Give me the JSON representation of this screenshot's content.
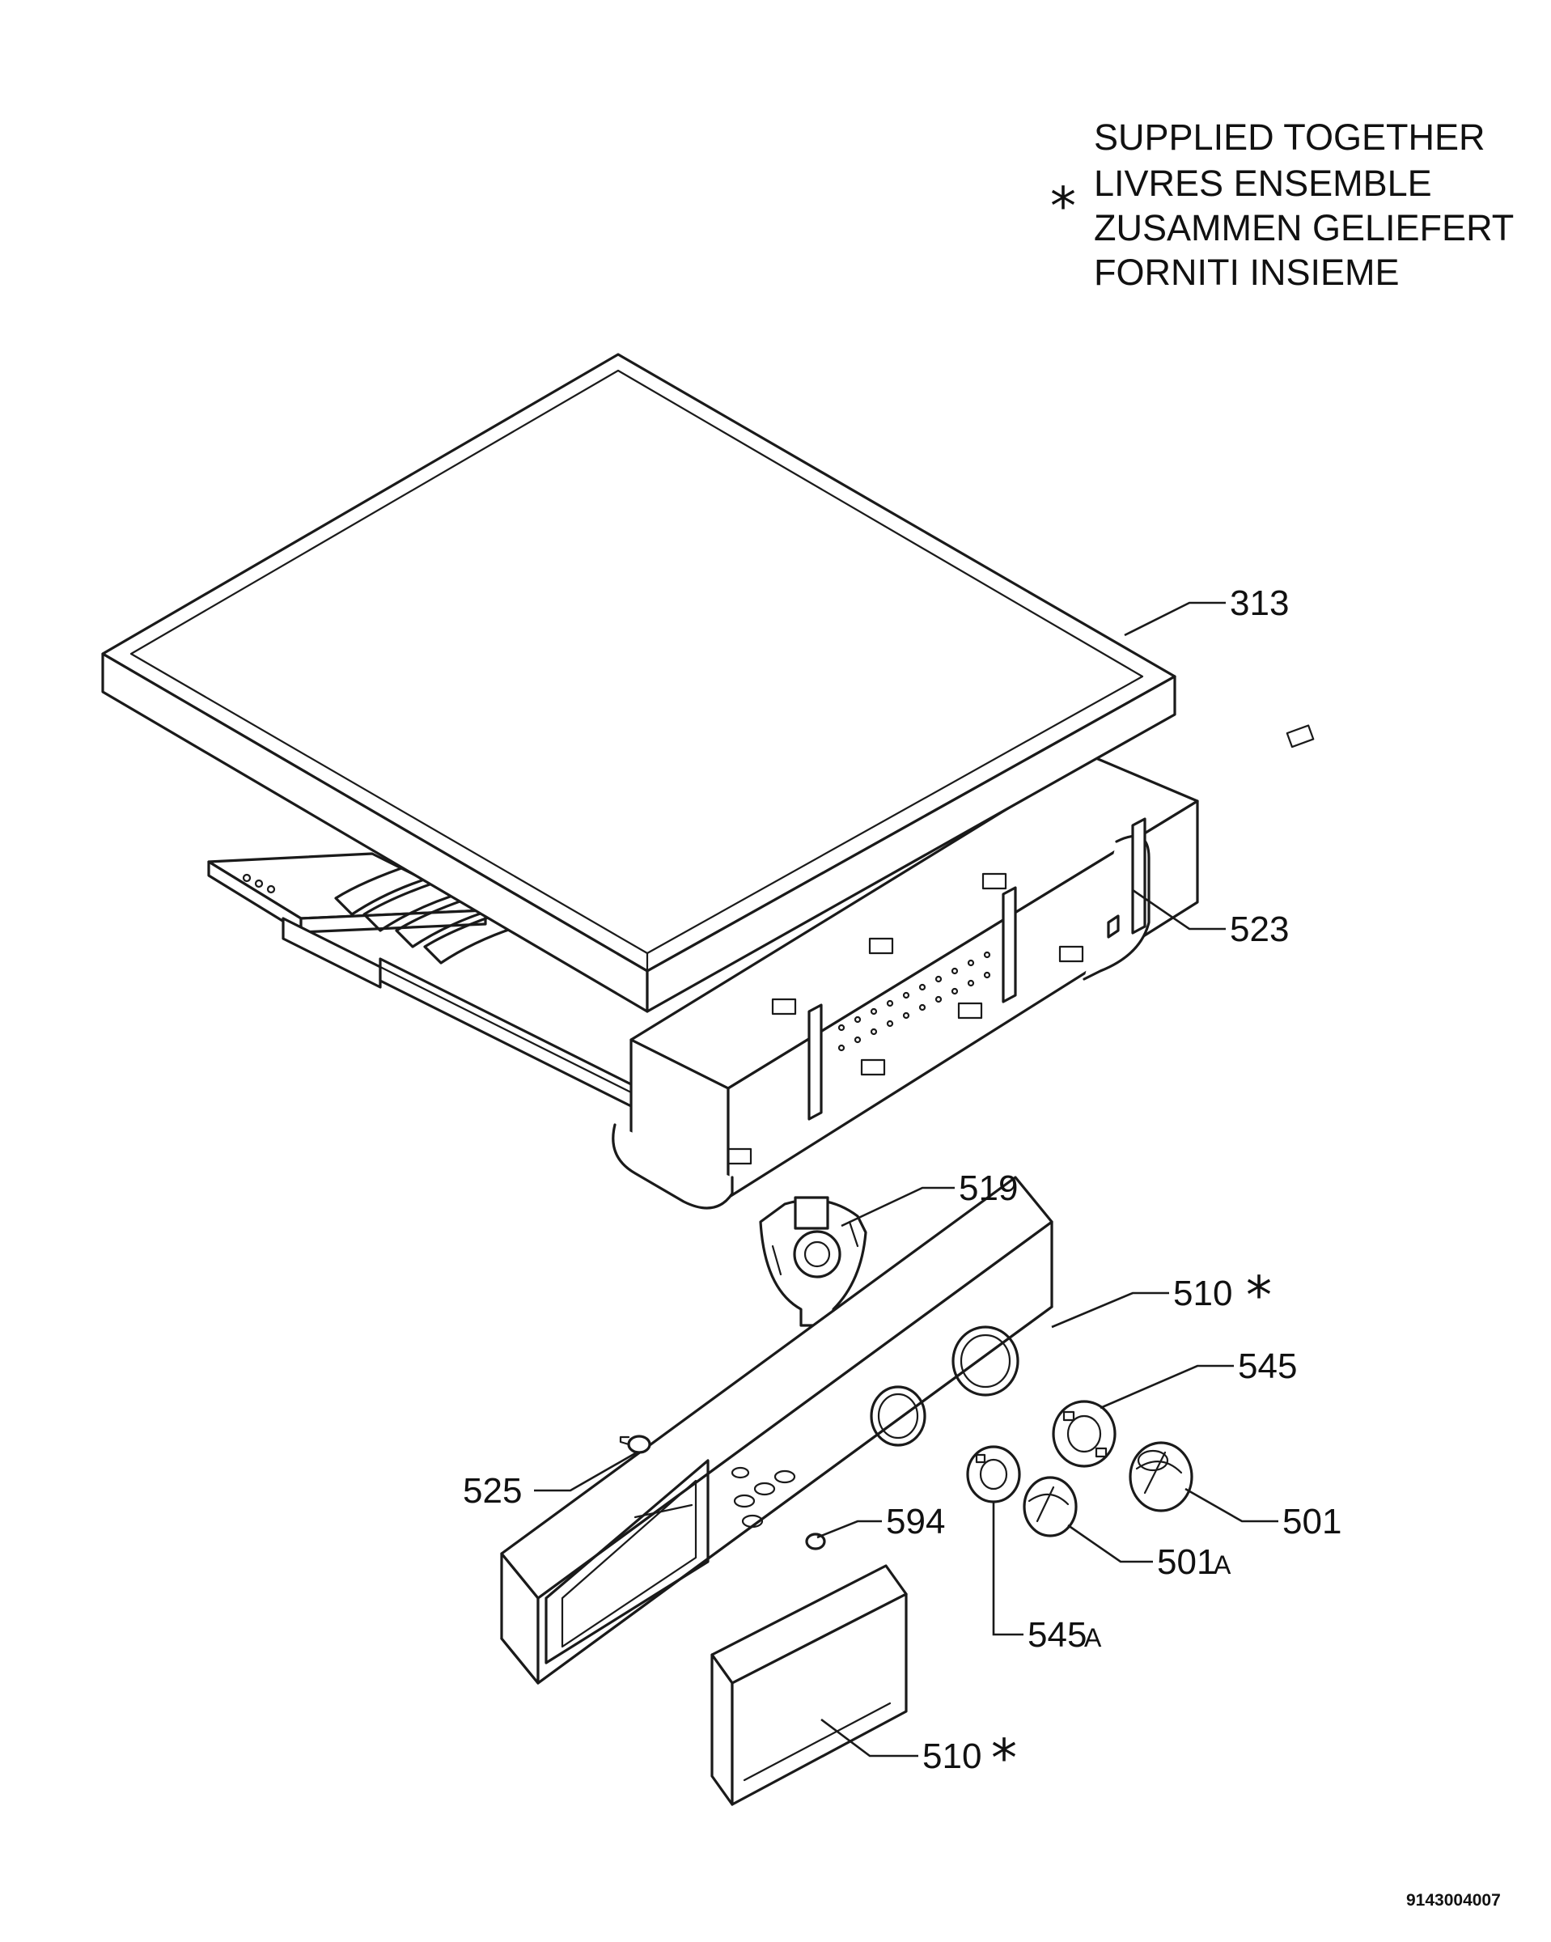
{
  "legend": {
    "symbol": "*",
    "lines": [
      "SUPPLIED TOGETHER",
      "LIVRES ENSEMBLE",
      "ZUSAMMEN GELIEFERT",
      "FORNITI INSIEME"
    ]
  },
  "parts": {
    "p313": "313",
    "p523": "523",
    "p519": "519",
    "p510_panel": "510",
    "p545": "545",
    "p525": "525",
    "p594": "594",
    "p501": "501",
    "p501a": "501",
    "p545a": "545",
    "p510_handle": "510"
  },
  "suffixes": {
    "star": "*",
    "a": "A"
  },
  "document_number": "9143004007"
}
